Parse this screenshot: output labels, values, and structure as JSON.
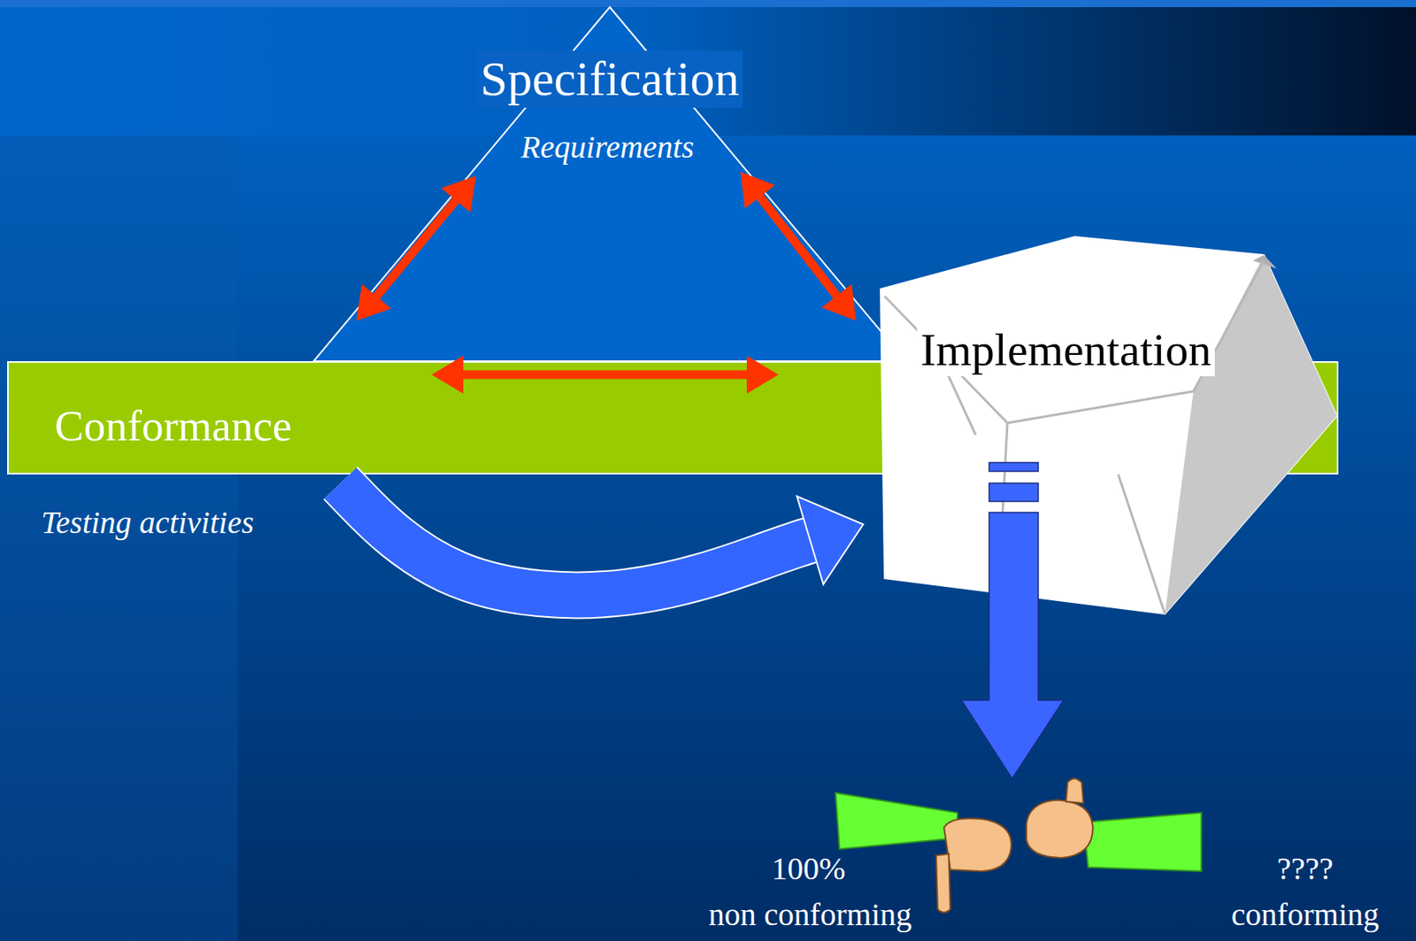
{
  "diagram": {
    "nodes": [
      {
        "text": [
          "Specification",
          "Requirements"
        ]
      },
      {
        "text": [
          "Conformance",
          "Testing activities"
        ]
      },
      {
        "text": [
          "Implementation"
        ]
      }
    ],
    "edges": [
      {
        "from": 0,
        "to": 1,
        "arrow": "both"
      },
      {
        "from": 0,
        "to": 2,
        "arrow": "both"
      },
      {
        "from": 1,
        "to": 2,
        "arrow": "both"
      },
      {
        "from": 1,
        "to": 2,
        "arrow": "to"
      }
    ],
    "labels": [
      "100%",
      "non conforming",
      "????",
      "conforming"
    ]
  }
}
